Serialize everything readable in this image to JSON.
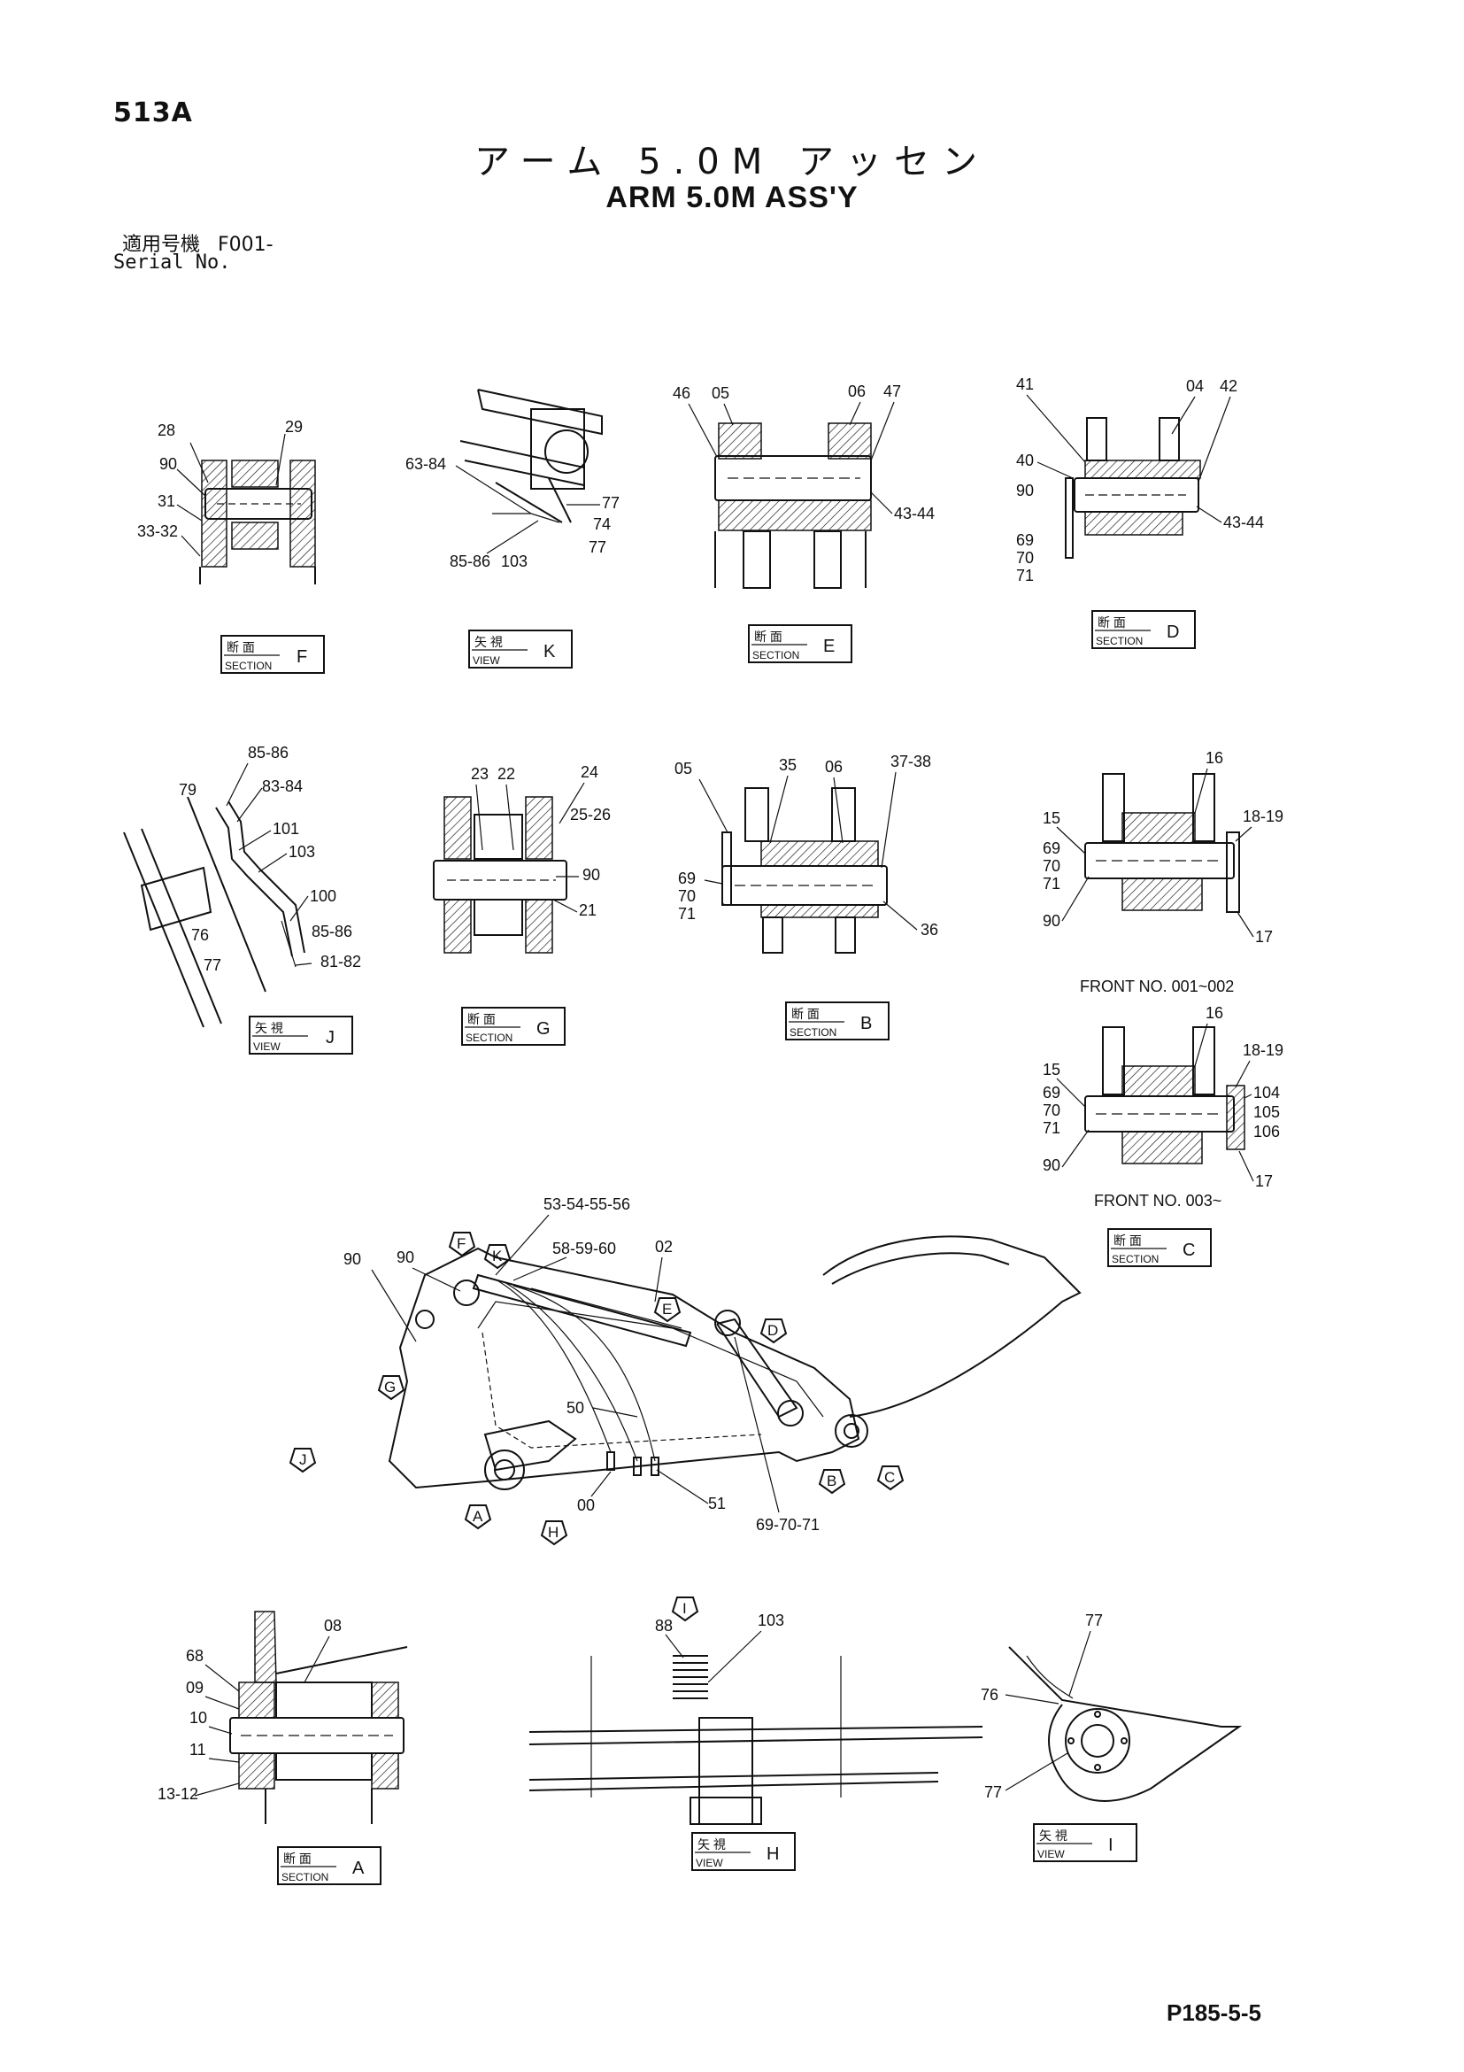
{
  "header": {
    "page_no": "513A",
    "title_jp": "アーム 5.0M アッセン",
    "title_en": "ARM 5.0M ASS'Y",
    "serial_label_jp": "適用号機",
    "serial_value": "F001-",
    "serial_label_en": "Serial No."
  },
  "footer": {
    "page_ref": "P185-5-5"
  },
  "tags": {
    "F": {
      "jp": "断 面",
      "en": "SECTION",
      "letter": "F"
    },
    "K": {
      "jp": "矢 視",
      "en": "VIEW",
      "letter": "K"
    },
    "E": {
      "jp": "断 面",
      "en": "SECTION",
      "letter": "E"
    },
    "D": {
      "jp": "断 面",
      "en": "SECTION",
      "letter": "D"
    },
    "J": {
      "jp": "矢 視",
      "en": "VIEW",
      "letter": "J"
    },
    "G": {
      "jp": "断 面",
      "en": "SECTION",
      "letter": "G"
    },
    "B": {
      "jp": "断 面",
      "en": "SECTION",
      "letter": "B"
    },
    "C": {
      "jp": "断 面",
      "en": "SECTION",
      "letter": "C"
    },
    "A": {
      "jp": "断 面",
      "en": "SECTION",
      "letter": "A"
    },
    "H": {
      "jp": "矢 視",
      "en": "VIEW",
      "letter": "H"
    },
    "I": {
      "jp": "矢 視",
      "en": "VIEW",
      "letter": "I"
    }
  },
  "front_notes": {
    "c1": "FRONT NO. 001~002",
    "c2": "FRONT NO. 003~"
  },
  "labels": {
    "f": [
      "28",
      "29",
      "90",
      "31",
      "33-32"
    ],
    "k": [
      "63-84",
      "77",
      "74",
      "77",
      "85-86",
      "103"
    ],
    "e": [
      "46",
      "05",
      "06",
      "47",
      "43-44"
    ],
    "d": [
      "41",
      "04",
      "42",
      "40",
      "90",
      "43-44",
      "69",
      "70",
      "71"
    ],
    "j": [
      "85-86",
      "79",
      "83-84",
      "101",
      "103",
      "100",
      "76",
      "77",
      "85-86",
      "81-82"
    ],
    "g": [
      "23",
      "22",
      "24",
      "25-26",
      "90",
      "21"
    ],
    "b": [
      "05",
      "35",
      "06",
      "37-38",
      "69",
      "70",
      "71",
      "36"
    ],
    "c1": [
      "16",
      "15",
      "18-19",
      "69",
      "70",
      "71",
      "90",
      "17"
    ],
    "c2": [
      "16",
      "15",
      "18-19",
      "69",
      "70",
      "71",
      "104",
      "105",
      "106",
      "90",
      "17"
    ],
    "main": [
      "53-54-55-56",
      "90",
      "90",
      "58-59-60",
      "02",
      "50",
      "51",
      "00",
      "69-70-71"
    ],
    "main_markers": [
      "F",
      "K",
      "E",
      "D",
      "G",
      "J",
      "A",
      "H",
      "B",
      "C"
    ],
    "a": [
      "68",
      "08",
      "09",
      "10",
      "11",
      "13-12"
    ],
    "h": [
      "88",
      "103",
      "I"
    ],
    "i": [
      "77",
      "76",
      "77"
    ]
  }
}
